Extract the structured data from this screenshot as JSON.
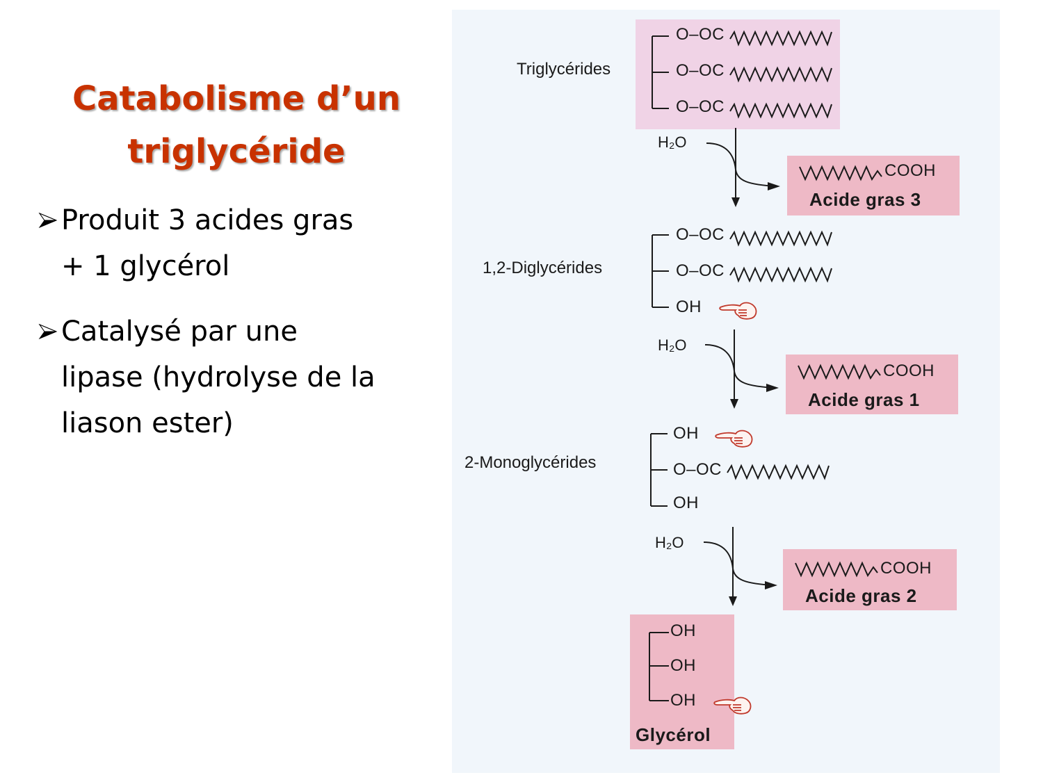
{
  "slide": {
    "title_line1": "Catabolisme d’un",
    "title_line2": "triglycéride",
    "title_color": "#c83200",
    "bullets": [
      {
        "lines": [
          "Produit 3 acides gras",
          "+ 1 glycérol"
        ]
      },
      {
        "lines": [
          "Catalysé par une",
          "lipase (hydrolyse de la",
          "liason ester)"
        ]
      }
    ],
    "bullet_icon": "arrowhead-bullet-icon"
  },
  "diagram": {
    "background": "#f1f6fb",
    "highlight_color_light": "#f0d3e6",
    "highlight_color_dark": "#eeb9c6",
    "pointer_icon_color": "#c0392b",
    "steps": [
      {
        "name": "Triglycérides",
        "groups": [
          "O–OC",
          "O–OC",
          "O–OC"
        ],
        "chain": "\\/\\/\\/\\/\\/\\/\\/"
      },
      {
        "reagent": "H₂O",
        "product_chain": "COOH",
        "product_name": "Acide gras 3"
      },
      {
        "name": "1,2-Diglycérides",
        "groups": [
          "O–OC",
          "O–OC",
          "OH"
        ]
      },
      {
        "reagent": "H₂O",
        "product_chain": "COOH",
        "product_name": "Acide gras 1"
      },
      {
        "name": "2-Monoglycérides",
        "groups": [
          "OH",
          "O–OC",
          "OH"
        ]
      },
      {
        "reagent": "H₂O",
        "product_chain": "COOH",
        "product_name": "Acide gras 2"
      },
      {
        "name": "Glycérol",
        "groups": [
          "OH",
          "OH",
          "OH"
        ]
      }
    ]
  }
}
